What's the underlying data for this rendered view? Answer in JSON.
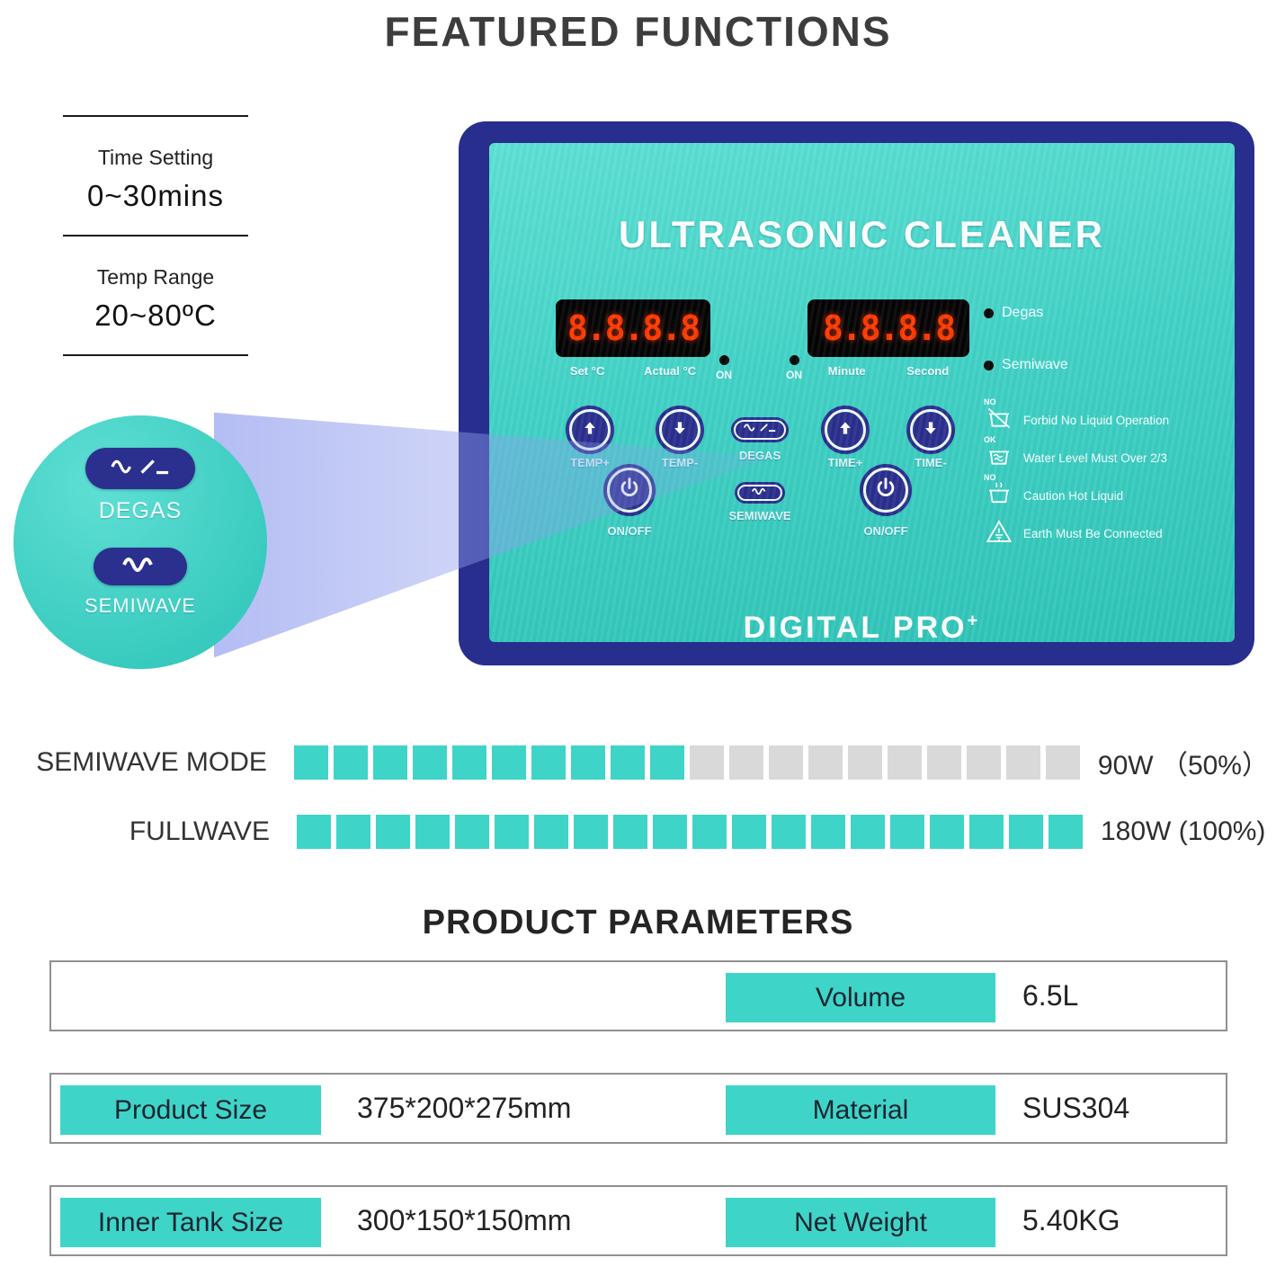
{
  "page": {
    "title": "FEATURED FUNCTIONS"
  },
  "specs": [
    {
      "label": "Time Setting",
      "value": "0~30mins"
    },
    {
      "label": "Temp Range",
      "value": "20~80ºC"
    }
  ],
  "panel": {
    "brand": "ULTRASONIC CLEANER",
    "model": "DIGITAL PRO",
    "model_sup": "+",
    "display_temp": {
      "digits": "8.8.8.8",
      "set_label": "Set °C",
      "actual_label": "Actual °C",
      "on_label": "ON"
    },
    "display_time": {
      "digits": "8.8.8.8",
      "on_label": "ON",
      "minute_label": "Minute",
      "second_label": "Second"
    },
    "indicators": {
      "degas": "Degas",
      "semiwave": "Semiwave"
    },
    "buttons": {
      "temp_plus": "TEMP+",
      "temp_minus": "TEMP-",
      "degas": "DEGAS",
      "time_plus": "TIME+",
      "time_minus": "TIME-",
      "semiwave": "SEMIWAVE",
      "onoff_left": "ON/OFF",
      "onoff_right": "ON/OFF"
    },
    "warnings": [
      {
        "badge": "NO",
        "text": "Forbid No Liquid Operation"
      },
      {
        "badge": "OK",
        "text": "Water Level Must Over 2/3"
      },
      {
        "badge": "NO",
        "text": "Caution Hot Liquid"
      },
      {
        "badge": "",
        "text": "Earth Must Be Connected"
      }
    ]
  },
  "callout": {
    "degas_label": "DEGAS",
    "semiwave_label": "SEMIWAVE"
  },
  "chart_data": {
    "type": "bar",
    "title": "Power modes",
    "rows": [
      {
        "label": "SEMIWAVE MODE",
        "filled": 10,
        "total": 20,
        "value": "90W （50%）"
      },
      {
        "label": "FULLWAVE",
        "filled": 20,
        "total": 20,
        "value": "180W (100%)"
      }
    ],
    "colors": {
      "filled": "#3fd4c8",
      "empty": "#d9d9d9"
    }
  },
  "parameters": {
    "title": "PRODUCT PARAMETERS",
    "rows": [
      {
        "cells": [
          {
            "label": "Volume",
            "value": "6.5L"
          }
        ]
      },
      {
        "cells": [
          {
            "label": "Product Size",
            "value": "375*200*275mm"
          },
          {
            "label": "Material",
            "value": "SUS304"
          }
        ]
      },
      {
        "cells": [
          {
            "label": "Inner Tank Size",
            "value": "300*150*150mm"
          },
          {
            "label": "Net Weight",
            "value": "5.40KG"
          }
        ]
      }
    ]
  },
  "colors": {
    "teal": "#3fd4c8",
    "navy": "#2b2f8e",
    "led_red": "#ff3a00"
  }
}
